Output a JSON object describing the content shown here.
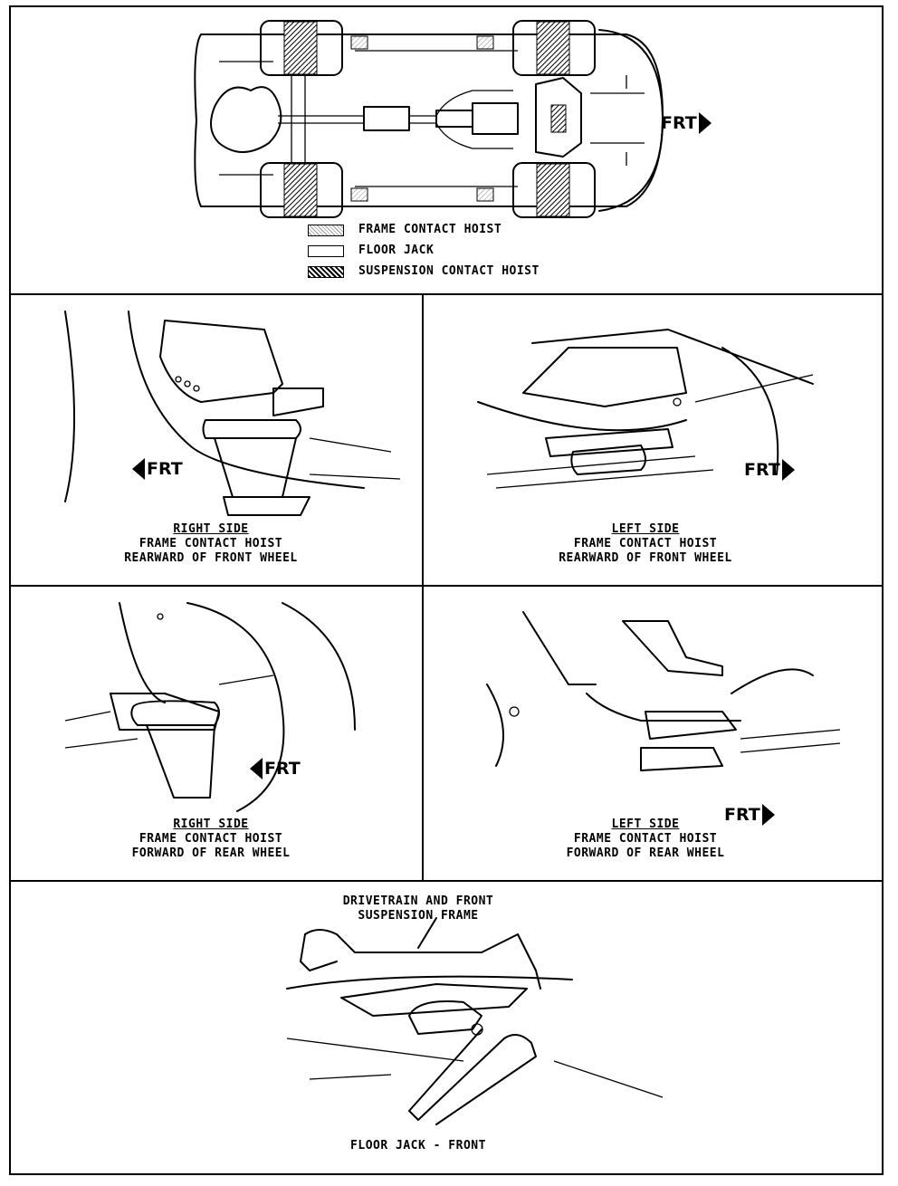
{
  "overview": {
    "frt_label": "FRT",
    "legend": [
      {
        "key": "frame",
        "label": "FRAME CONTACT HOIST"
      },
      {
        "key": "jack",
        "label": "FLOOR JACK"
      },
      {
        "key": "susp",
        "label": "SUSPENSION CONTACT HOIST"
      }
    ]
  },
  "panels": {
    "right_front": {
      "side": "RIGHT SIDE",
      "line1": "FRAME CONTACT HOIST",
      "line2": "REARWARD OF FRONT WHEEL",
      "frt": "FRT"
    },
    "left_front": {
      "side": "LEFT SIDE",
      "line1": "FRAME CONTACT HOIST",
      "line2": "REARWARD OF FRONT WHEEL",
      "frt": "FRT"
    },
    "right_rear": {
      "side": "RIGHT SIDE",
      "line1": "FRAME CONTACT HOIST",
      "line2": "FORWARD OF REAR WHEEL",
      "frt": "FRT"
    },
    "left_rear": {
      "side": "LEFT SIDE",
      "line1": "FRAME CONTACT HOIST",
      "line2": "FORWARD OF REAR WHEEL",
      "frt": "FRT"
    },
    "floor_jack": {
      "label1": "DRIVETRAIN AND FRONT",
      "label2": "SUSPENSION FRAME",
      "caption": "FLOOR JACK - FRONT"
    }
  }
}
